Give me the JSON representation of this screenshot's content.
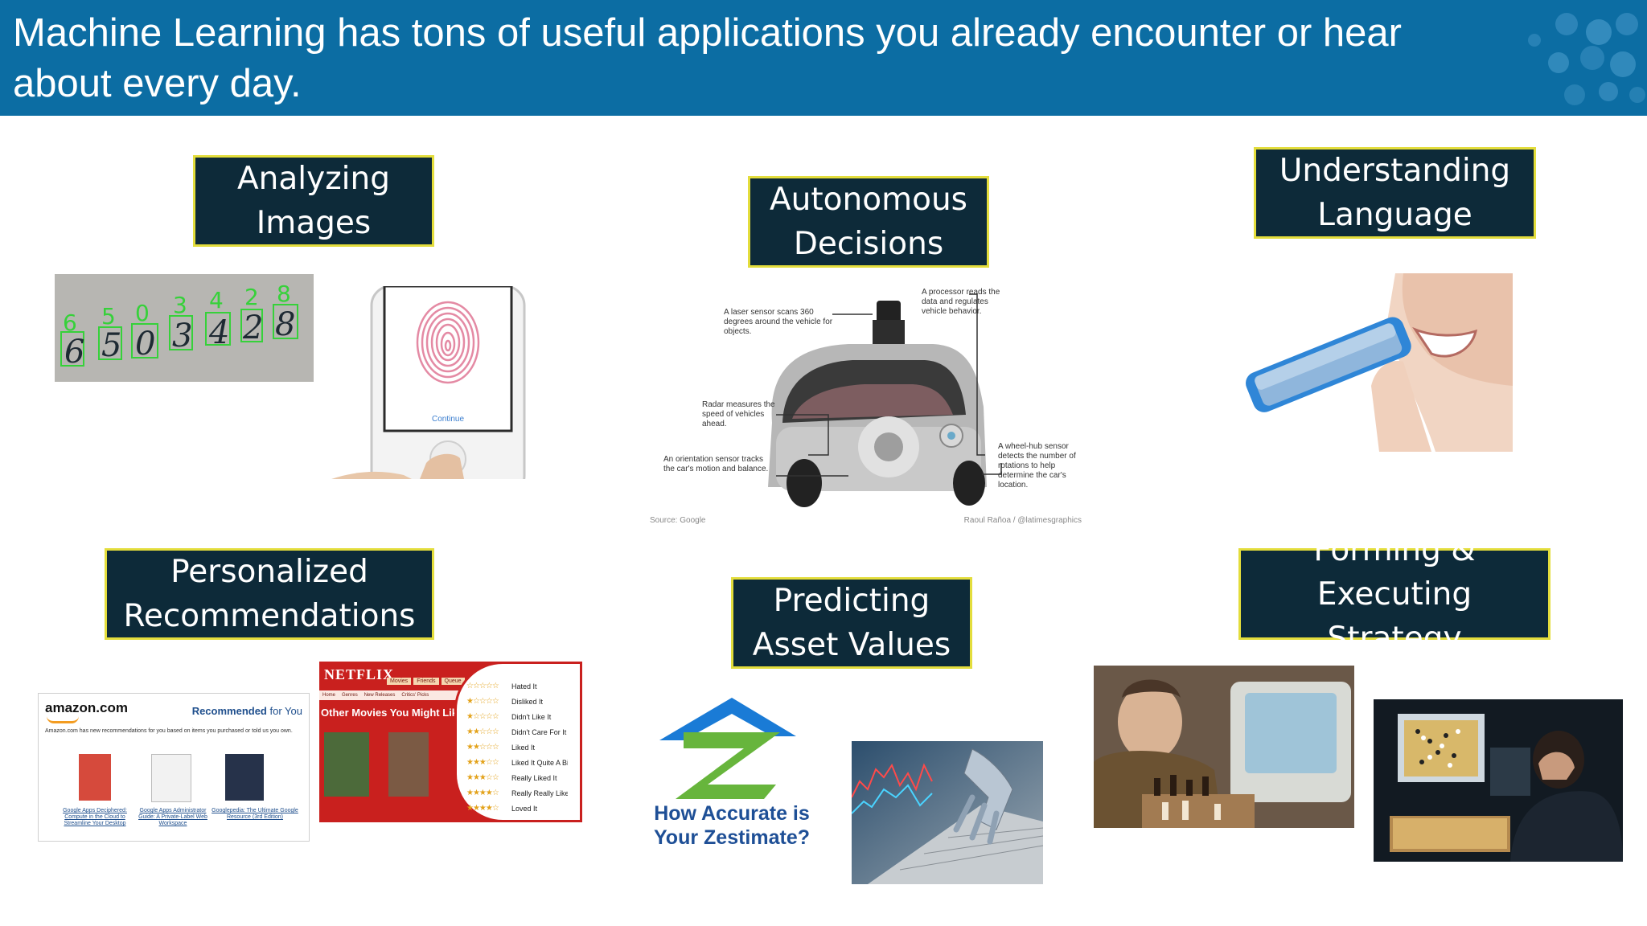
{
  "slide": {
    "title": "Machine Learning has tons of useful applications you already encounter or hear about every day.",
    "colors": {
      "header": "#0c6da3",
      "label_bg": "#0d2a39",
      "label_border": "#e3dd3c"
    }
  },
  "categories": {
    "analyzing_images": {
      "line1": "Analyzing",
      "line2": "Images"
    },
    "autonomous": {
      "line1": "Autonomous",
      "line2": "Decisions"
    },
    "language": {
      "line1": "Understanding",
      "line2": "Language"
    },
    "recommendations": {
      "line1": "Personalized",
      "line2": "Recommendations"
    },
    "asset_values": {
      "line1": "Predicting",
      "line2": "Asset Values"
    },
    "strategy": {
      "line1": "Forming &",
      "line2": "Executing Strategy"
    }
  },
  "digits": {
    "printed": [
      "6",
      "5",
      "0",
      "3",
      "4",
      "2",
      "8"
    ],
    "handwritten": [
      "6",
      "5",
      "0",
      "3",
      "4",
      "2",
      "8"
    ]
  },
  "phone": {
    "continue_label": "Continue"
  },
  "car": {
    "laser": "A laser sensor scans 360 degrees around the vehicle for objects.",
    "processor": "A processor reads the data and regulates vehicle behavior.",
    "radar": "Radar measures the speed of vehicles ahead.",
    "orientation": "An orientation sensor tracks the car's motion and balance.",
    "wheel": "A wheel-hub sensor detects the number of rotations to help determine the car's location.",
    "source": "Source: Google",
    "credit": "Raoul Rañoa / @latimesgraphics"
  },
  "amazon": {
    "logo": "amazon.com",
    "recommended": "Recommended",
    "for_you": " for You",
    "blurb": "Amazon.com has new recommendations for you based on items you purchased or told us you own.",
    "books": [
      "Google Apps Deciphered: Compute in the Cloud to Streamline Your Desktop",
      "Google Apps Administrator Guide: A Private-Label Web Workspace",
      "Googlepedia: The Ultimate Google Resource (3rd Edition)"
    ]
  },
  "netflix": {
    "logo": "NETFLIX",
    "tabs": [
      "Movies",
      "Friends",
      "Queue"
    ],
    "subnav": [
      "Home",
      "Genres",
      "New Releases",
      "Critics' Picks"
    ],
    "heading": "Other Movies You Might Like",
    "ratings": [
      "Hated It",
      "Disliked It",
      "Didn't Like It",
      "Didn't Care For It",
      "Liked It",
      "Liked It Quite A Bit",
      "Really Liked It",
      "Really Really Liked It",
      "Loved It"
    ]
  },
  "zillow": {
    "line1": "How Accurate is",
    "line2": "Your Zestimate?"
  }
}
